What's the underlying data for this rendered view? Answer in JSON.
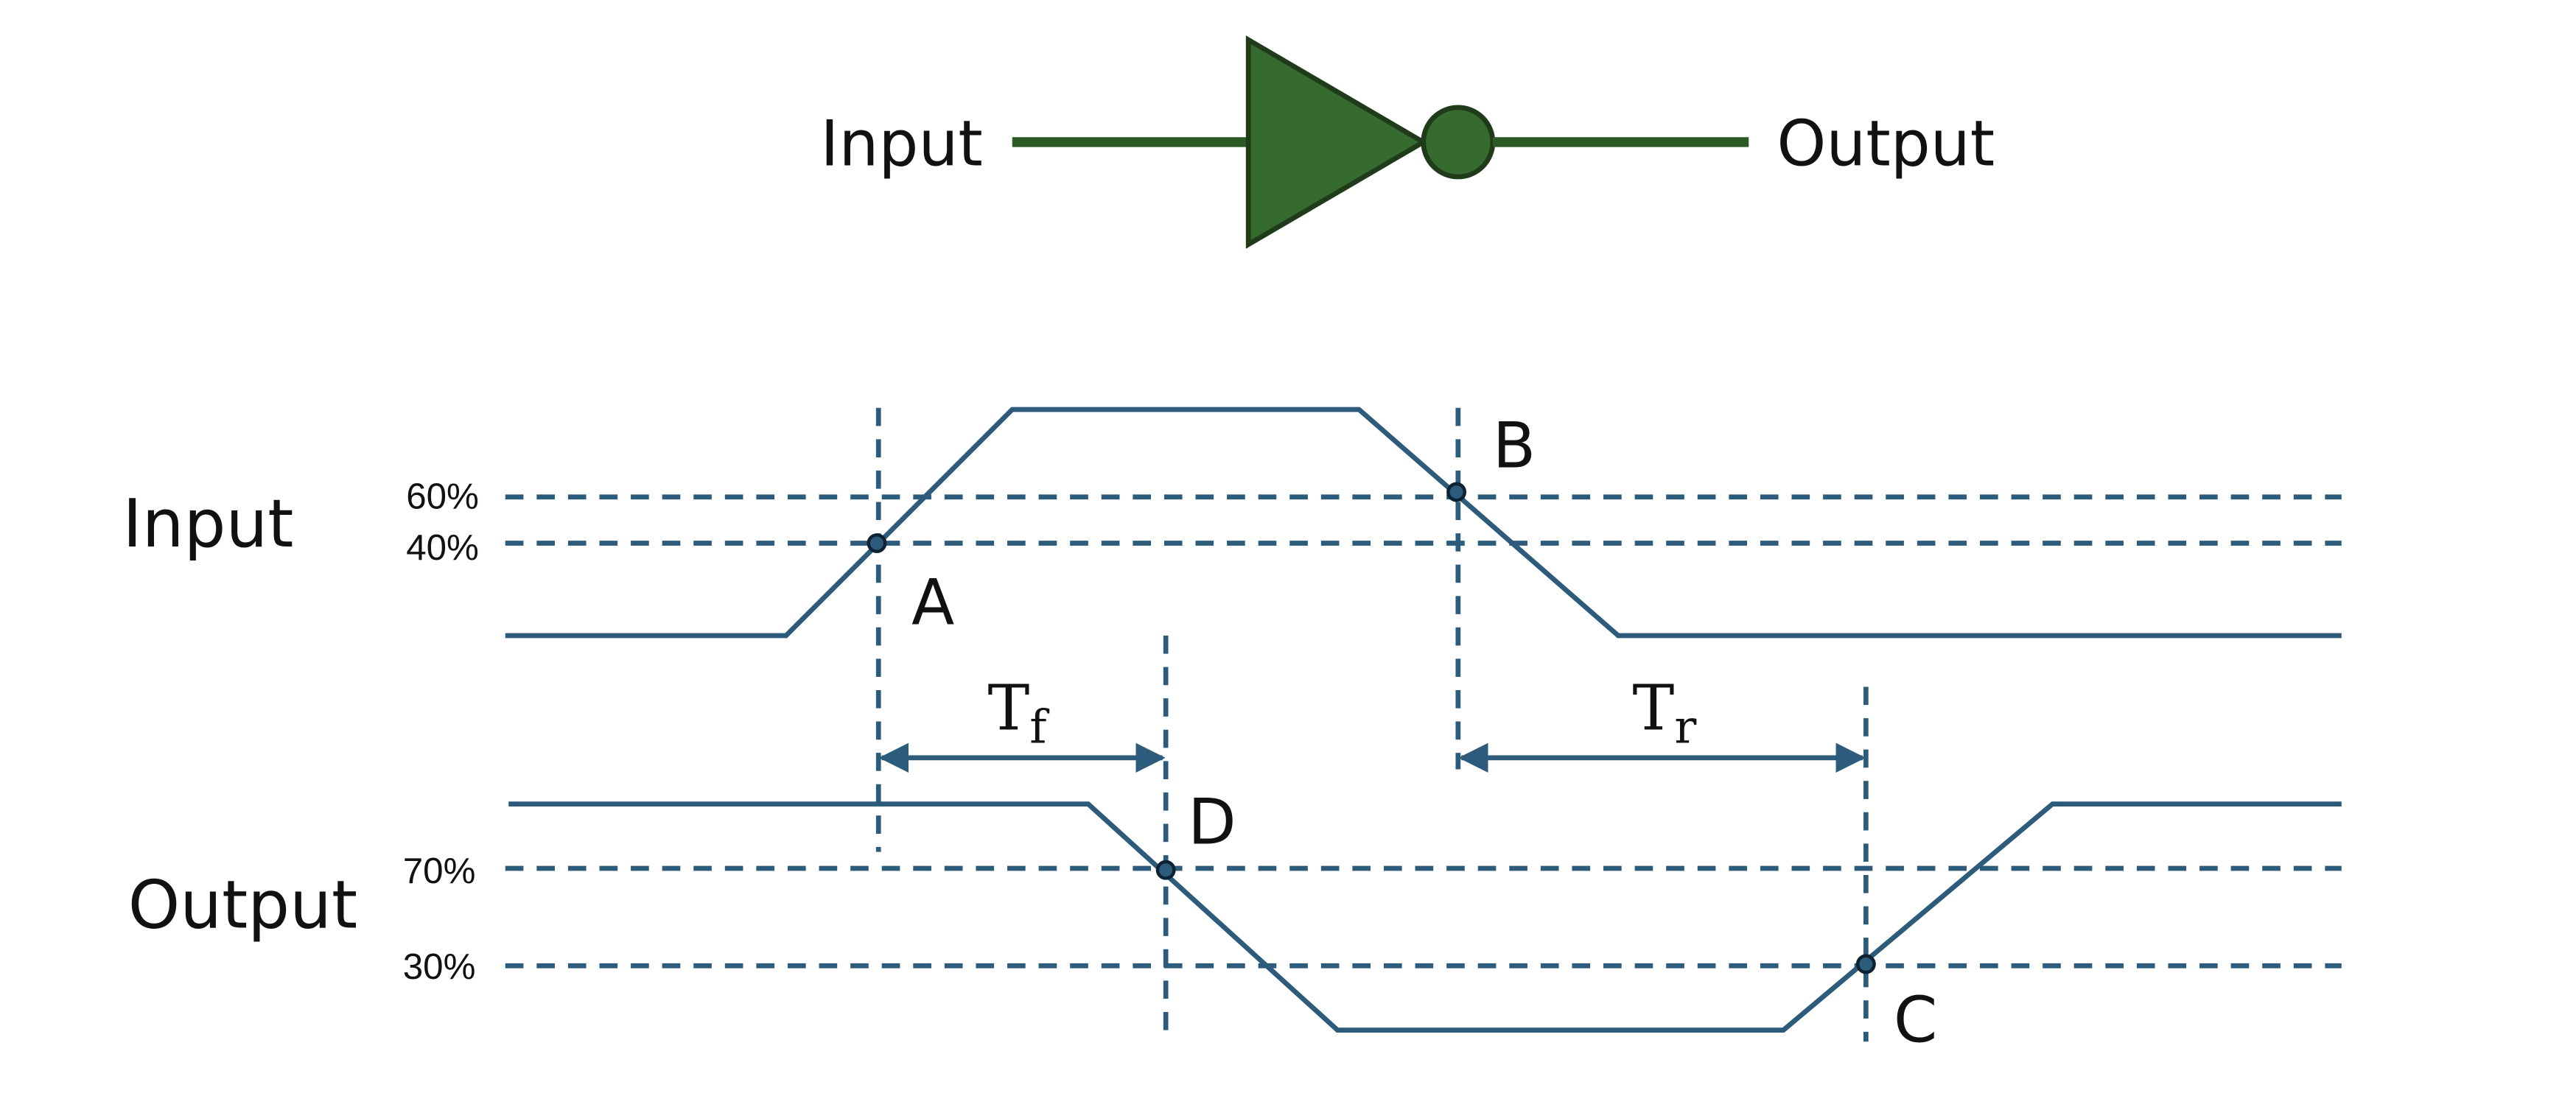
{
  "colors": {
    "gate_fill": "#356b2e",
    "gate_stroke": "#1f3b1a",
    "wire": "#2c5a27",
    "signal": "#2d5b7b",
    "text": "#111111"
  },
  "symbol": {
    "input_label": "Input",
    "output_label": "Output",
    "gate_icon": "not-gate-icon"
  },
  "waveforms": {
    "input_label": "Input",
    "output_label": "Output",
    "input_levels": [
      "60%",
      "40%"
    ],
    "output_levels": [
      "70%",
      "30%"
    ]
  },
  "points": {
    "a": "A",
    "b": "B",
    "c": "C",
    "d": "D"
  },
  "intervals": {
    "fall_main": "T",
    "fall_sub": "f",
    "rise_main": "T",
    "rise_sub": "r"
  }
}
